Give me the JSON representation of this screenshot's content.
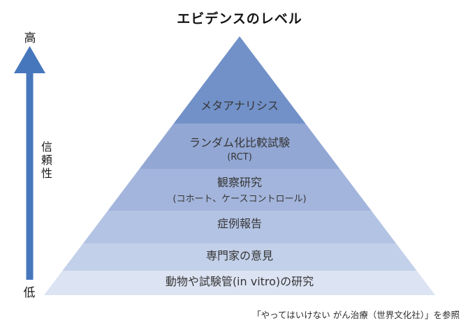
{
  "title": "エビデンスのレベル",
  "axis": {
    "high_label": "高",
    "low_label": "低",
    "axis_label": "信頼性",
    "arrow_color": "#4677bc"
  },
  "pyramid": {
    "levels": [
      {
        "label": "メタアナリシス",
        "color": "#7191c8"
      },
      {
        "label": "ランダム化比較試験",
        "sublabel": "(RCT)",
        "color": "#92a7d4"
      },
      {
        "label": "観察研究",
        "sublabel": "(コホート、ケースコントロール)",
        "color": "#a3b5dc"
      },
      {
        "label": "症例報告",
        "color": "#b3c3e3"
      },
      {
        "label": "専門家の意見",
        "color": "#c3d0e9"
      },
      {
        "label": "動物や試験管(in vitro)の研究",
        "color": "#dce3f2"
      }
    ]
  },
  "footnote": "「やってはいけない がん治療（世界文化社）」を参照"
}
